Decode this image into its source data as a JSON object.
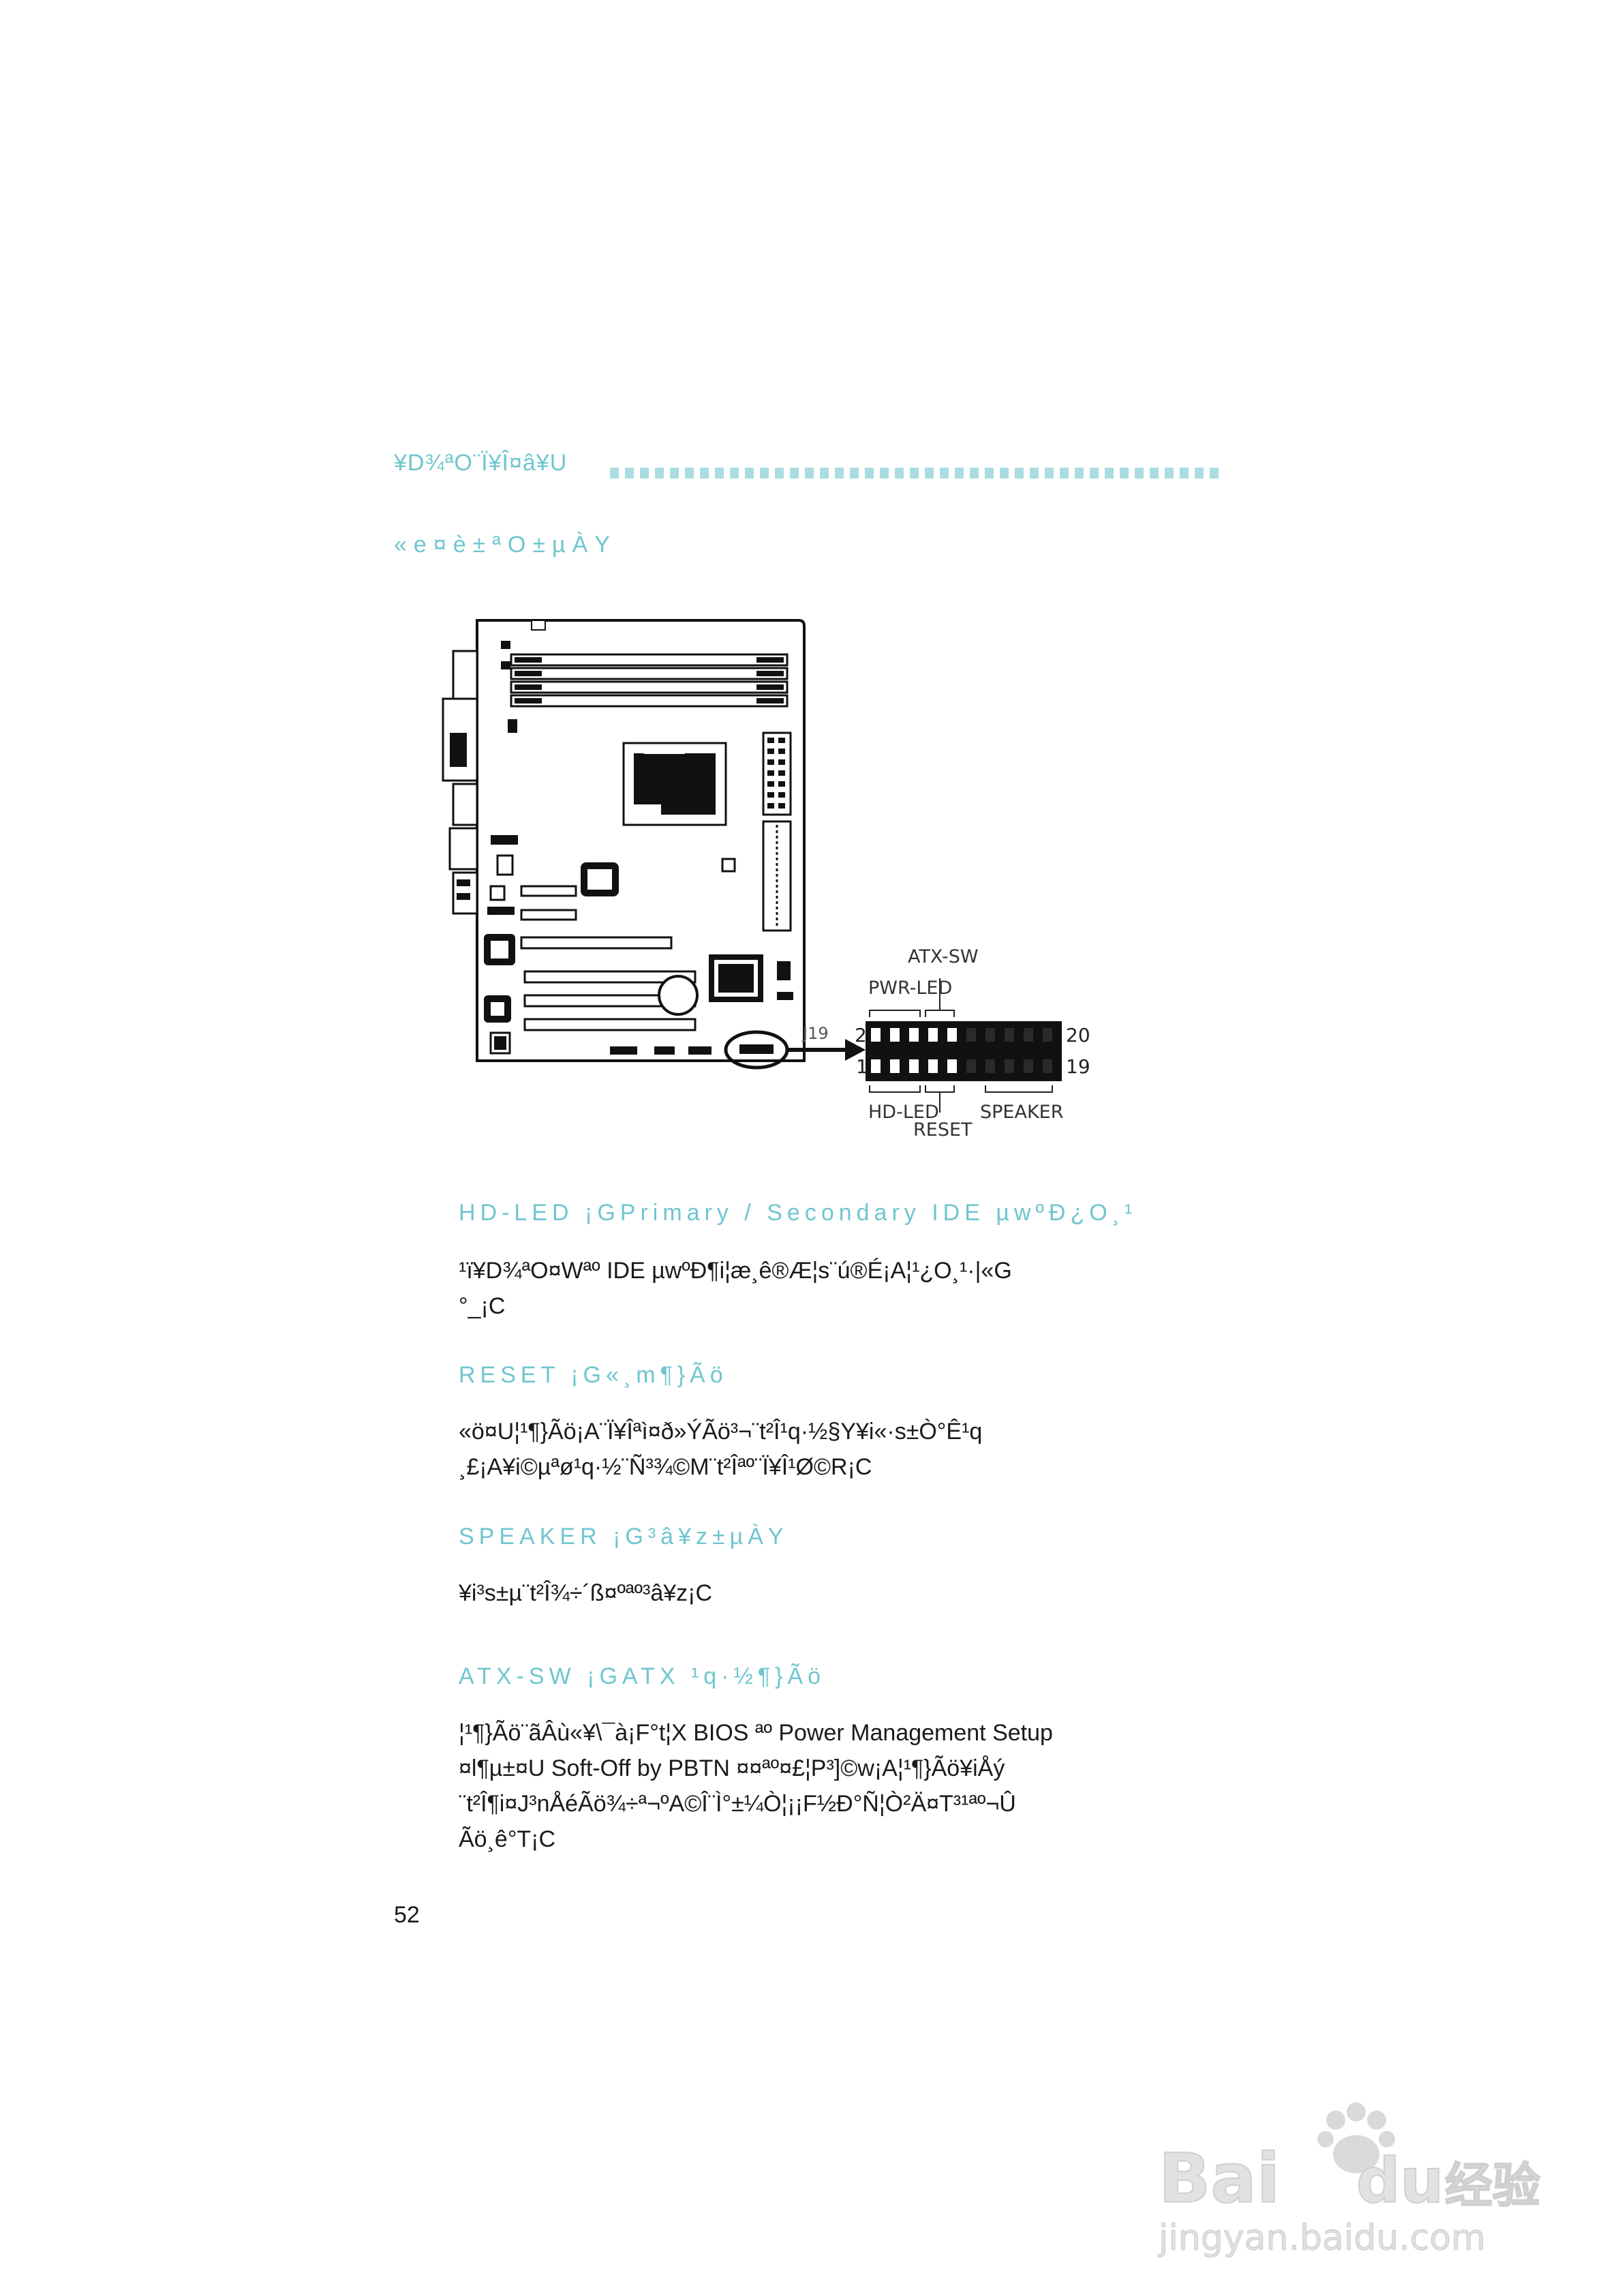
{
  "header": {
    "chapter_title": "¥D¾ªO¨Ï¥Î¤â¥U",
    "section_title": "«e¤è­±ªO±µÀY"
  },
  "diagram": {
    "connector_id": "J19",
    "labels": {
      "atx_sw": "ATX-SW",
      "pwr_led": "PWR-LED",
      "hd_led": "HD-LED",
      "reset": "RESET",
      "speaker": "SPEAKER",
      "pin_2": "2",
      "pin_1": "1",
      "pin_20": "20",
      "pin_19": "19"
    }
  },
  "sections": [
    {
      "title": "HD-LED ¡GPrimary / Secondary IDE   µwºÐ¿O¸¹",
      "lines": [
        "¹ï¥D¾ªO¤Wªº   IDE   µwºÐ¶i¦æ¸ê®Æ¦s¨ú®É¡A¦¹¿O¸¹·|«G",
        "°_¡C"
      ]
    },
    {
      "title": "RESET ¡G­«¸m¶}Ãö",
      "lines": [
        "«ö¤U¦¹¶}Ãö¡A¨Ï¥Îªì¤ð»ÝÃö³¬¨t²Î¹q·½§Y¥i­«·s±Ò°Ê¹q",
        "¸£¡A¥i©µªø¹q·½¨Ñ³¾©M¨t²Îªº¨Ï¥Î¹Ø©R¡C"
      ]
    },
    {
      "title": "SPEAKER ¡G³â¥z±µÀY",
      "lines": [
        "¥i³s±µ¨t²Î¾÷´ß¤ºªº³â¥z¡C"
      ]
    },
    {
      "title": "ATX-SW ¡GATX   ¹q·½¶}Ãö",
      "lines": [
        "¦¹¶}Ãö¨ãÂù­«¥\\¯à¡F°t¦X             BIOS  ªº  Power Management Setup",
        "¤l¶µ­±¤U    Soft-Off by PBTN      ¤¤ªº¤£¦P³]©w¡A¦¹¶}Ãö¥iÅý",
        "¨t²Î¶i¤J³nÅéÃö¾÷ª¬ºA©Î¨Ì°±¼Ò¦¡¡F½Ð°Ñ¦Ò²Ä¤T³¹ªº¬Û",
        "Ãö¸ê°T¡C"
      ]
    }
  ],
  "footer": {
    "page_number": "52"
  },
  "watermark": {
    "brand": "Bai du 经验",
    "url": "jingyan.baidu.com"
  },
  "colors": {
    "accent_cyan": "#6fc6cf",
    "dot_bar": "#a9dde2",
    "text": "#1a1a1a"
  }
}
